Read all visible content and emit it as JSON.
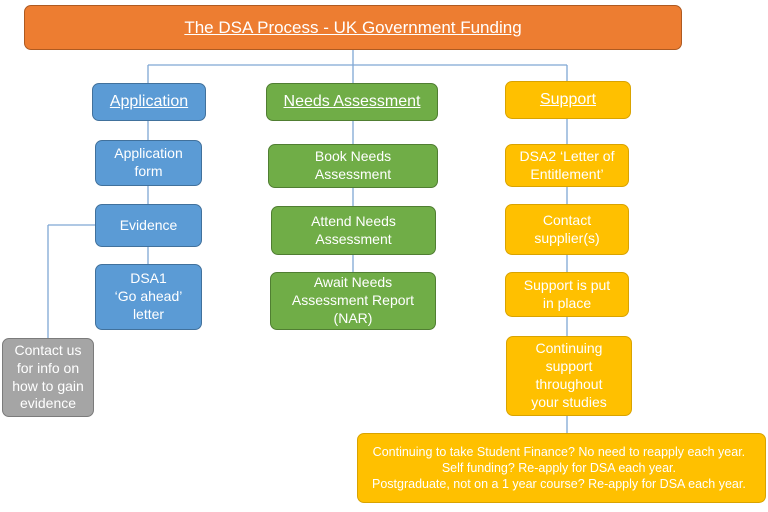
{
  "title": "The DSA Process - UK Government Funding",
  "columns": {
    "application": {
      "heading": "Application",
      "steps": [
        "Application\nform",
        "Evidence",
        "DSA1\n‘Go ahead’\nletter"
      ]
    },
    "needs": {
      "heading": "Needs Assessment",
      "steps": [
        "Book Needs\nAssessment",
        "Attend Needs\nAssessment",
        "Await Needs\nAssessment Report\n(NAR)"
      ]
    },
    "support": {
      "heading": "Support",
      "steps": [
        "DSA2 ‘Letter of\nEntitlement’",
        "Contact\nsupplier(s)",
        "Support is put\nin place",
        "Continuing\nsupport\nthroughout\nyour studies"
      ]
    }
  },
  "contact_note": "Contact us\nfor info on\nhow to gain\nevidence",
  "footnote": "Continuing to take Student Finance? No need to reapply each year.\nSelf funding? Re-apply for DSA each year.\nPostgraduate, not on a 1 year course? Re-apply for DSA each year.",
  "colors": {
    "title": "#ed7d31",
    "application": "#5b9bd5",
    "needs": "#70ad47",
    "support": "#ffc000",
    "contact": "#a5a5a5",
    "connector": "#7fa7d4"
  }
}
